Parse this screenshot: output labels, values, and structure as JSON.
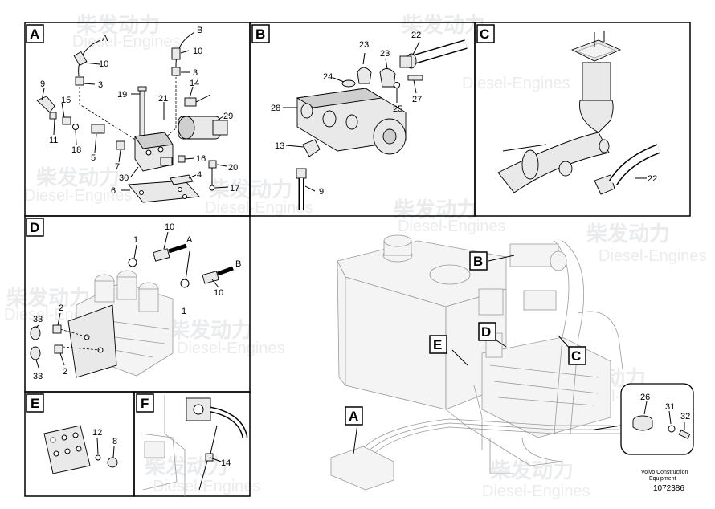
{
  "panels": {
    "A": {
      "label": "A",
      "callouts": [
        "A",
        "10",
        "3",
        "B",
        "10",
        "3",
        "9",
        "15",
        "14",
        "19",
        "21",
        "29",
        "11",
        "18",
        "5",
        "7",
        "16",
        "20",
        "4",
        "30",
        "17",
        "6"
      ]
    },
    "B": {
      "label": "B",
      "callouts": [
        "23",
        "22",
        "23",
        "24",
        "25",
        "27",
        "28",
        "13",
        "9"
      ]
    },
    "C": {
      "label": "C",
      "callouts": [
        "22"
      ]
    },
    "D": {
      "label": "D",
      "callouts": [
        "1",
        "10",
        "A",
        "B",
        "10",
        "1",
        "33",
        "2",
        "33",
        "2"
      ]
    },
    "E": {
      "label": "E",
      "callouts": [
        "12",
        "8"
      ]
    },
    "F": {
      "label": "F",
      "callouts": [
        "14"
      ]
    }
  },
  "overview": {
    "box_labels": [
      "B",
      "D",
      "E",
      "C",
      "A"
    ],
    "inset_callouts": [
      "26",
      "31",
      "32"
    ]
  },
  "footer": {
    "company": "Volvo Construction",
    "subtitle": "Equipment",
    "drawing_number": "1072386"
  },
  "watermark": {
    "cn": "柴发动力",
    "en": "Diesel-Engines"
  },
  "colors": {
    "line": "#000000",
    "watermark": "#8c96a0"
  }
}
